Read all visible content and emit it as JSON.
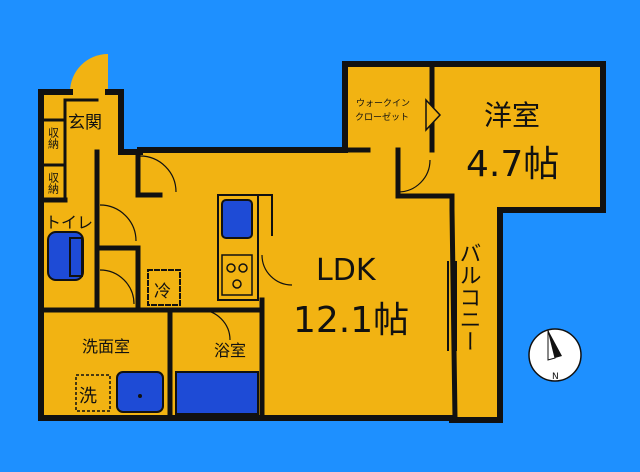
{
  "colors": {
    "background": "#1e90ff",
    "floor": "#f2b312",
    "wall": "#111111",
    "fixture_blue": "#1e4bd6"
  },
  "rooms": {
    "entrance": "玄関",
    "storage_1": "収納",
    "storage_2": "収納",
    "toilet": "トイレ",
    "fridge": "冷",
    "washroom": "洗面室",
    "washer": "洗",
    "bathroom": "浴室",
    "ldk_name": "LDK",
    "ldk_size": "12.1帖",
    "walk_in_closet_line1": "ウォークイン",
    "walk_in_closet_line2": "クローゼット",
    "western_room_name": "洋室",
    "western_room_size": "4.7帖",
    "balcony": "バルコニー"
  },
  "compass": {
    "north_label": "N",
    "icon": "compass-icon"
  }
}
